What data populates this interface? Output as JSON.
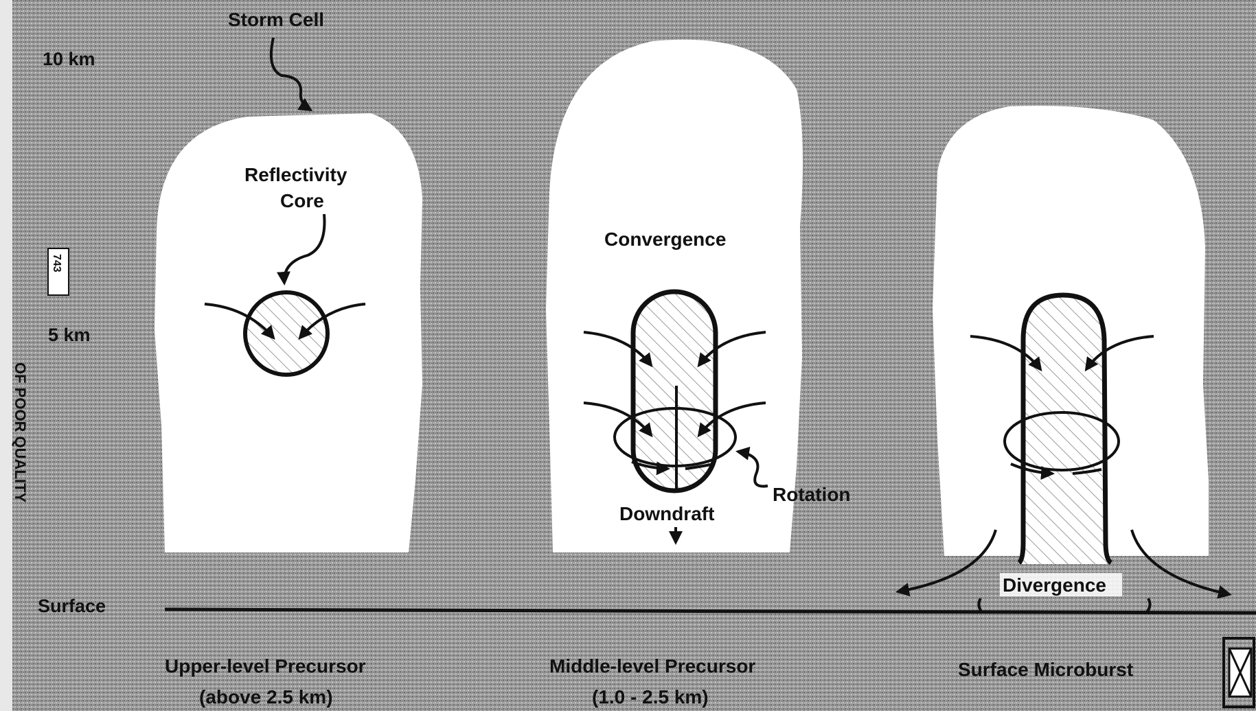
{
  "axis": {
    "tick_10km": "10 km",
    "tick_5km": "5 km",
    "surface": "Surface"
  },
  "labels": {
    "storm_cell": "Storm Cell",
    "reflectivity_core_line1": "Reflectivity",
    "reflectivity_core_line2": "Core",
    "convergence": "Convergence",
    "rotation": "Rotation",
    "downdraft": "Downdraft",
    "divergence": "Divergence"
  },
  "panels": [
    {
      "title": "Upper-level Precursor",
      "subtitle": "(above 2.5 km)"
    },
    {
      "title": "Middle-level Precursor",
      "subtitle": "(1.0 - 2.5 km)"
    },
    {
      "title": "Surface Microburst",
      "subtitle": ""
    }
  ],
  "margin_stamp": {
    "page_number": "743",
    "side_text": "OF POOR QUALITY"
  },
  "colors": {
    "background": "#9a9a9a",
    "cloud": "#ffffff",
    "ink": "#111111"
  }
}
